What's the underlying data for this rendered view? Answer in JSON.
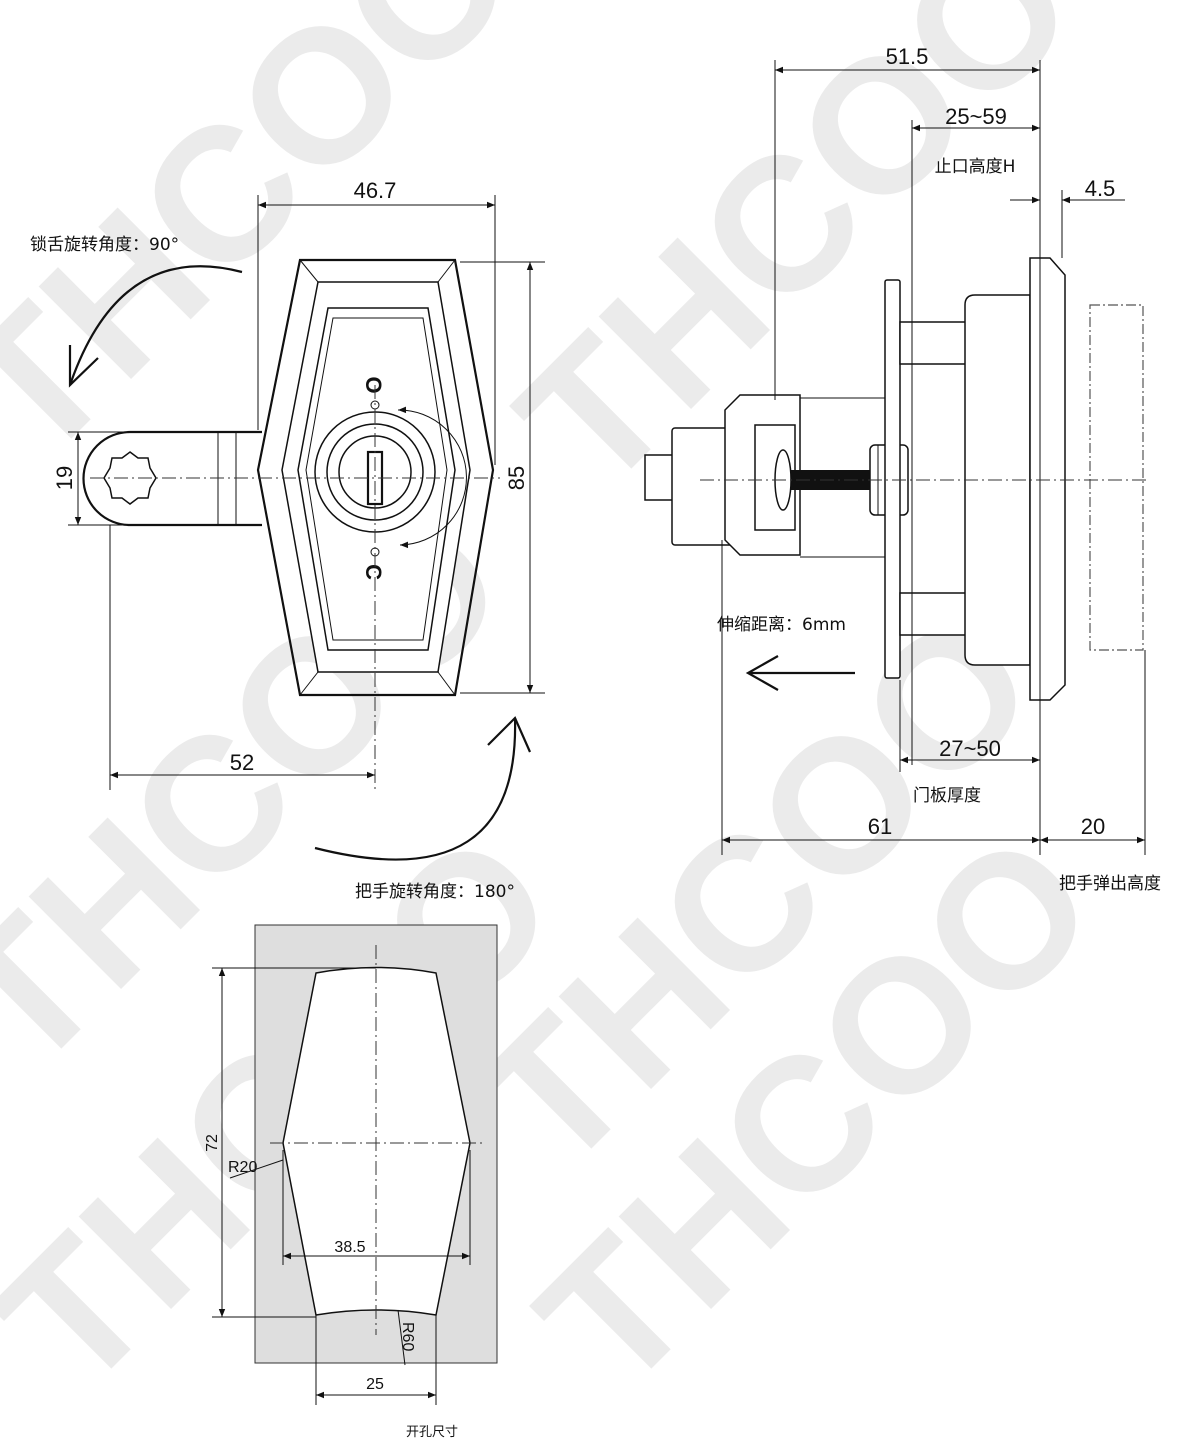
{
  "watermark": "THCOO",
  "front_view": {
    "dim_width": "46.7",
    "dim_height": "85",
    "dim_arm_width": "19",
    "dim_arm_length": "52",
    "label_latch_rotation": "锁舌旋转角度：90°",
    "label_handle_rotation": "把手旋转角度：180°",
    "mark_open": "O",
    "mark_close": "C"
  },
  "side_view": {
    "dim_overall": "51.5",
    "dim_stop_range": "25~59",
    "label_stop_height": "止口高度H",
    "dim_flange": "4.5",
    "label_stroke": "伸缩距离：6mm",
    "dim_panel_range": "27~50",
    "label_panel_thickness": "门板厚度",
    "dim_total": "61",
    "dim_popup": "20",
    "label_popup_height": "把手弹出高度"
  },
  "cutout": {
    "dim_height": "72",
    "radius_side": "R20",
    "dim_mid_width": "38.5",
    "radius_end": "R60",
    "dim_end_width": "25",
    "label": "开孔尺寸"
  }
}
